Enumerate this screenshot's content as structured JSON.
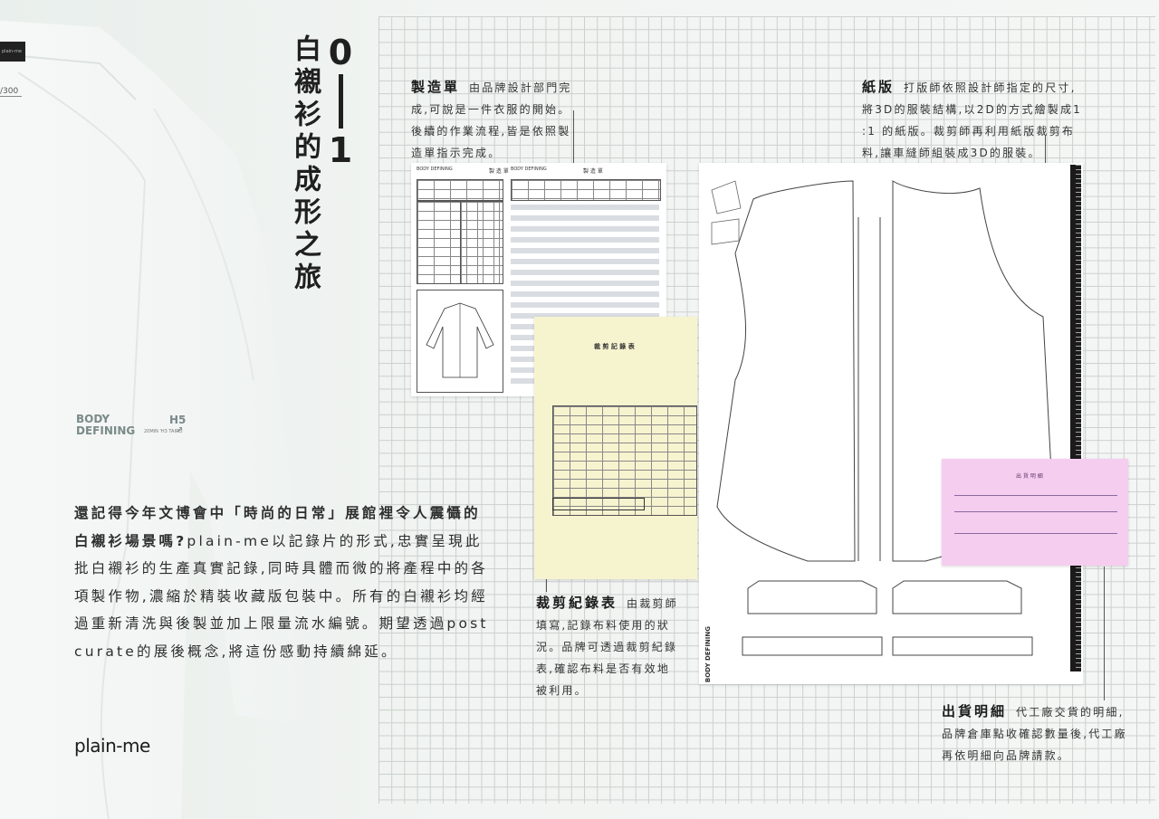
{
  "title": {
    "vertical": "白襯衫的成形之旅",
    "number_top": "0",
    "number_bottom": "1"
  },
  "shirt_tag": {
    "label": "plain-me",
    "size": "/300"
  },
  "brand": {
    "line1": "BODY",
    "line2": "DEFINING",
    "h5": "H5",
    "location": "20MIN 'H3 TAIPEI",
    "arrow": "↗"
  },
  "intro": {
    "bold_part": "還記得今年文博會中「時尚的日常」展館裡令人震懾的白襯衫場景嗎?",
    "rest": "plain-me以記錄片的形式,忠實呈現此批白襯衫的生產真實記錄,同時具體而微的將產程中的各項製作物,濃縮於精裝收藏版包裝中。所有的白襯衫均經過重新清洗與後製並加上限量流水編號。期望透過post curate的展後概念,將這份感動持續綿延。"
  },
  "logo": "plain-me",
  "notes": {
    "mfg": {
      "head": "製造單",
      "text": "由品牌設計部門完成,可說是一件衣服的開始。後續的作業流程,皆是依照製造單指示完成。"
    },
    "pattern": {
      "head": "紙版",
      "text": "打版師依照設計師指定的尺寸,將3D的服裝結構,以2D的方式繪製成1 :1 的紙版。裁剪師再利用紙版裁剪布料,讓車縫師組裝成3D的服裝。"
    },
    "cut": {
      "head": "裁剪紀錄表",
      "text": "由裁剪師填寫,記錄布料使用的狀況。品牌可透過裁剪紀錄表,確認布料是否有效地被利用。"
    },
    "ship": {
      "head": "出貨明細",
      "text": "代工廠交貨的明細,品牌倉庫點收確認數量後,代工廠再依明細向品牌請款。"
    }
  },
  "docs": {
    "mfg_title": "製 造 單",
    "mfg_brand": "BODY DEFINING",
    "cut_title": "裁 剪 記 錄 表",
    "ship_title": "出 貨 明 細",
    "pattern_brand": "BODY DEFINING"
  }
}
